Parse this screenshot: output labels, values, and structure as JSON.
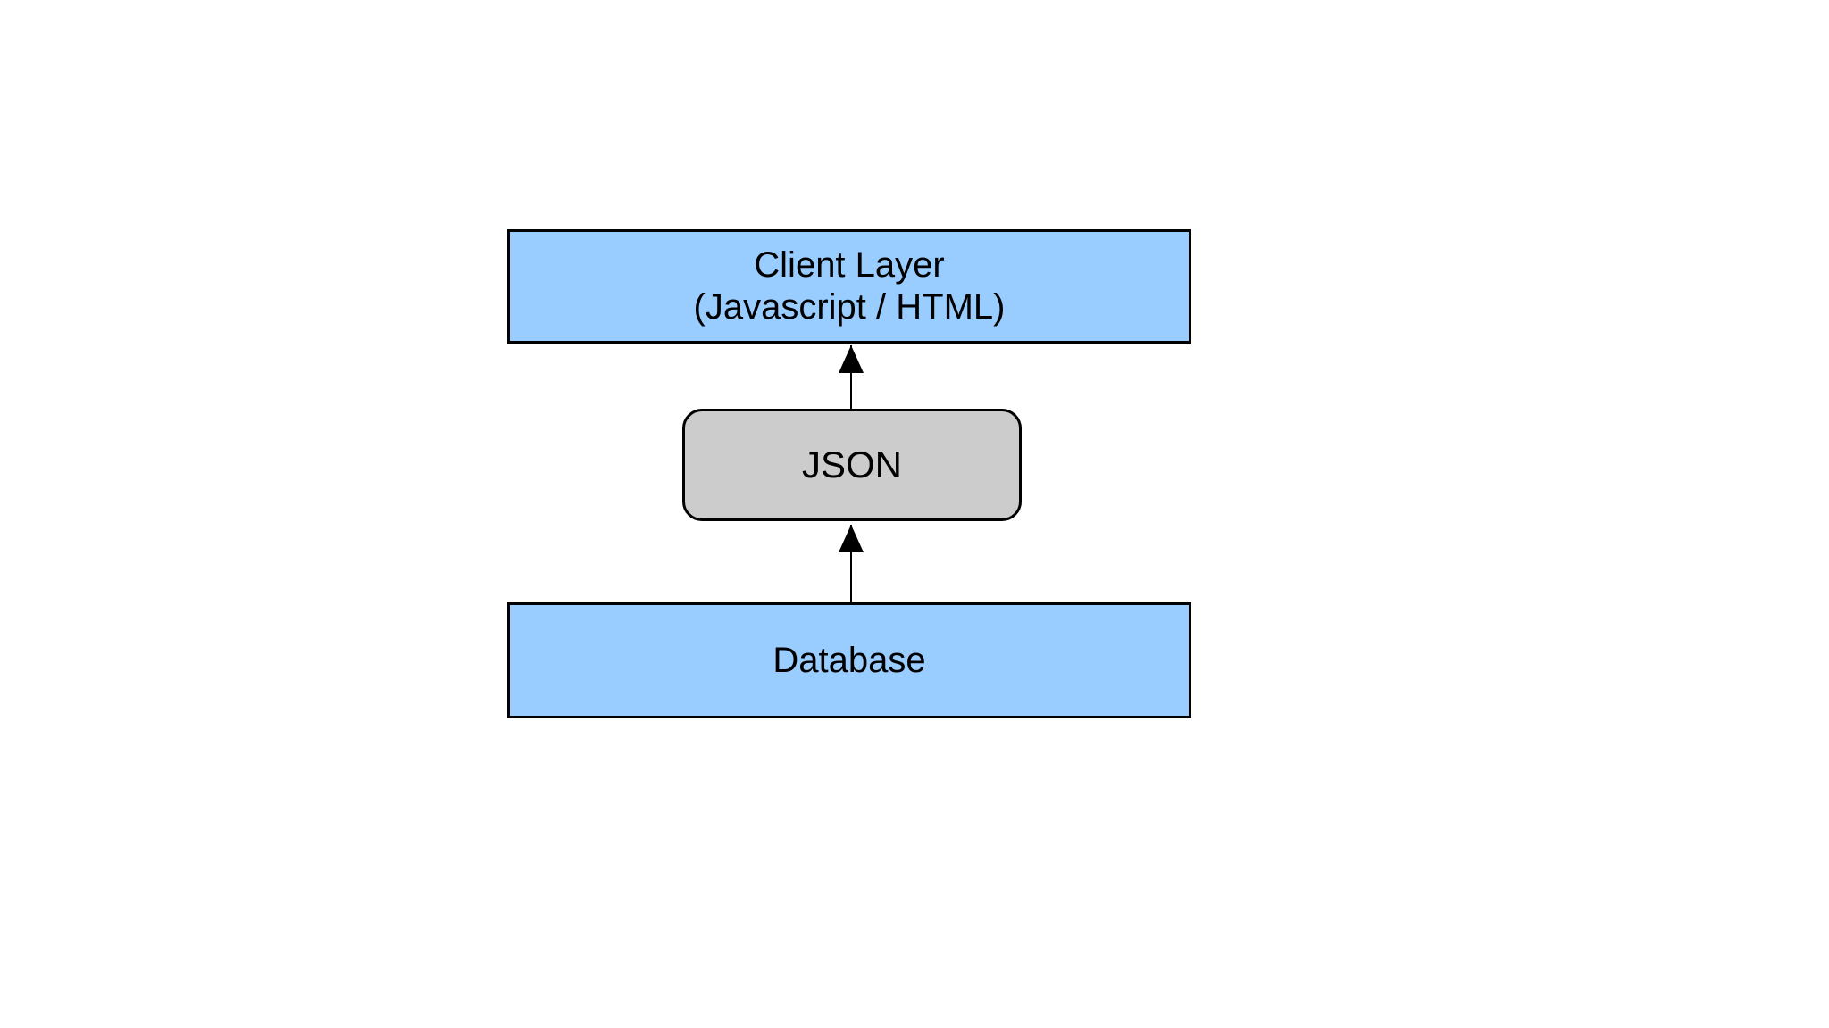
{
  "page": {
    "background": "#FFFFFF"
  },
  "diagram": {
    "type": "layer-architecture-flowchart",
    "nodes": {
      "client": {
        "line1": "Client Layer",
        "line2": "(Javascript / HTML)",
        "fill": "#99CCFF",
        "border": "#000000",
        "shape": "rectangle"
      },
      "json": {
        "label": "JSON",
        "fill": "#CCCCCC",
        "border": "#000000",
        "shape": "rounded-rectangle"
      },
      "database": {
        "label": "Database",
        "fill": "#99CCFF",
        "border": "#000000",
        "shape": "rectangle"
      }
    },
    "edges": [
      {
        "from": "database",
        "to": "json",
        "direction": "up",
        "line_style": "solid",
        "arrowhead": "filled-triangle",
        "color": "#000000"
      },
      {
        "from": "json",
        "to": "client",
        "direction": "up",
        "line_style": "solid",
        "arrowhead": "filled-triangle",
        "color": "#000000"
      }
    ]
  }
}
